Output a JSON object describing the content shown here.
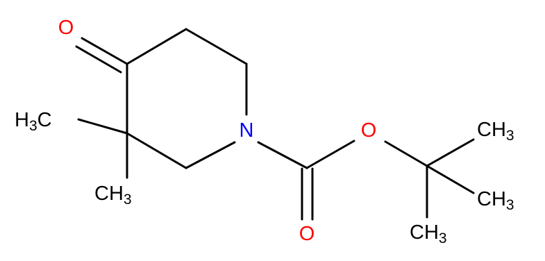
{
  "colors": {
    "oxygen": "#ff0000",
    "nitrogen": "#0000ff",
    "carbon": "#000000",
    "background": "#ffffff"
  },
  "atoms": {
    "o_ketone": "O",
    "n_ring": "N",
    "o_ester": "O",
    "o_carbonyl": "O",
    "me_left": {
      "main": "H",
      "sub": "3",
      "tail": "C"
    },
    "me_bottom": {
      "main": "CH",
      "sub": "3"
    },
    "tbu_top": {
      "main": "CH",
      "sub": "3"
    },
    "tbu_mid": {
      "main": "CH",
      "sub": "3"
    },
    "tbu_bottom": {
      "main": "CH",
      "sub": "3"
    }
  }
}
